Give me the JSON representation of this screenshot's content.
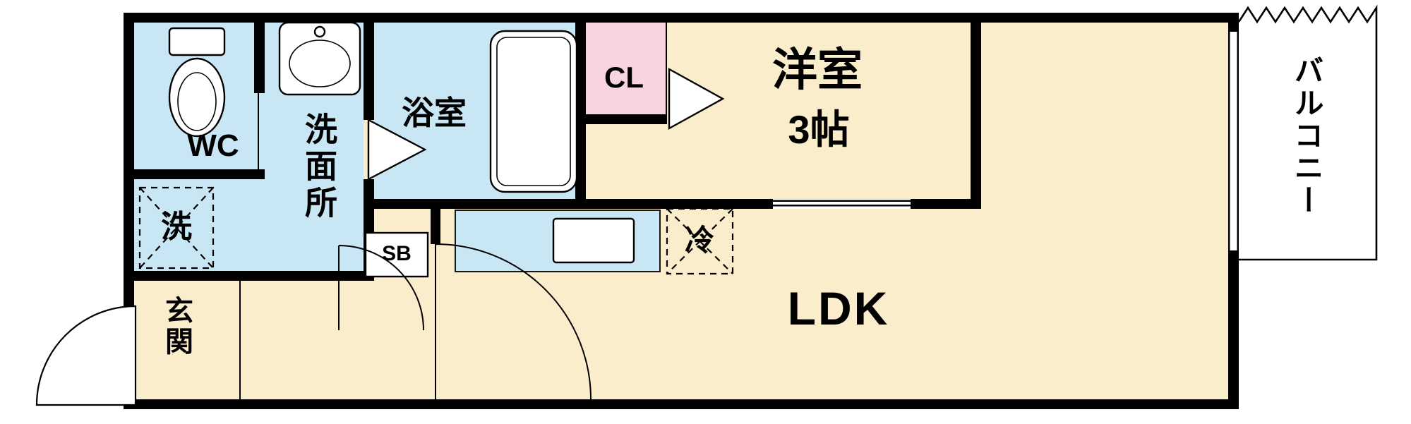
{
  "colors": {
    "floor": "#FAEDCB",
    "wet": "#C9E6F4",
    "closet": "#F8D4E3",
    "wall": "#000000",
    "bg": "#FFFFFF"
  },
  "rooms": {
    "wc": {
      "label": "WC"
    },
    "washroom": {
      "label": "洗面所"
    },
    "bathroom": {
      "label": "浴室"
    },
    "closet": {
      "label": "CL"
    },
    "western_room": {
      "label": "洋室",
      "size": "3帖"
    },
    "ldk": {
      "label": "LDK"
    },
    "entrance": {
      "label": "玄関"
    },
    "balcony": {
      "label": "バルコニー"
    }
  },
  "fixtures": {
    "washer_space": {
      "label": "洗",
      "icon": "washing-machine-space-icon"
    },
    "refrigerator_space": {
      "label": "冷",
      "icon": "refrigerator-space-icon"
    },
    "shoe_box": {
      "label": "SB"
    },
    "toilet": {
      "icon": "toilet-icon"
    },
    "wash_basin": {
      "icon": "sink-icon"
    },
    "bathtub": {
      "icon": "bathtub-icon"
    },
    "kitchen_counter": {
      "icon": "kitchen-sink-icon"
    }
  }
}
